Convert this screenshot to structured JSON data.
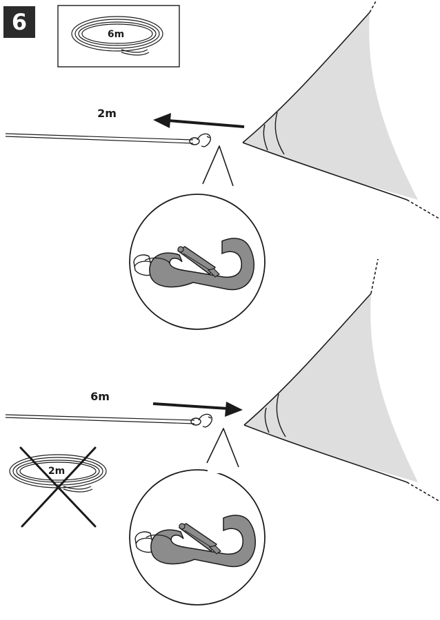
{
  "step": {
    "number": "6"
  },
  "rope_coil_box": {
    "length_label": "6m"
  },
  "top_panel": {
    "rope_label": "2m"
  },
  "bottom_panel": {
    "rope_label": "6m"
  },
  "crossed_out_coil": {
    "length_label": "2m"
  },
  "colors": {
    "ink": "#1a1a1a",
    "shade_fabric": "#dedede",
    "carabiner_metal": "#8c8c8c",
    "step_badge_bg": "#2b2b2b"
  }
}
